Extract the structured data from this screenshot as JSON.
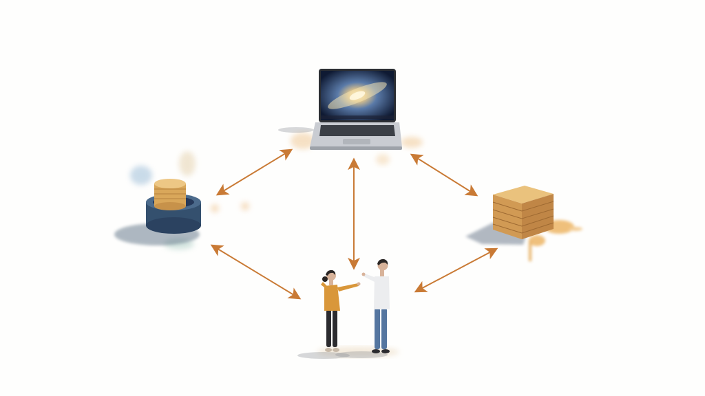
{
  "diagram": {
    "nodes": [
      {
        "id": "laptop",
        "icon": "laptop-icon"
      },
      {
        "id": "coin-stack",
        "icon": "coin-stack-icon"
      },
      {
        "id": "wooden-crate",
        "icon": "wooden-crate-icon"
      },
      {
        "id": "people",
        "icon": "two-people-talking-icon"
      }
    ],
    "edges": [
      {
        "from": "laptop",
        "to": "coin-stack",
        "direction": "both"
      },
      {
        "from": "laptop",
        "to": "people",
        "direction": "both"
      },
      {
        "from": "laptop",
        "to": "wooden-crate",
        "direction": "both"
      },
      {
        "from": "coin-stack",
        "to": "people",
        "direction": "both"
      },
      {
        "from": "wooden-crate",
        "to": "people",
        "direction": "both"
      }
    ],
    "colors": {
      "arrow": "#c97a35",
      "laptop_body": "#c9ccd2",
      "crate": "#d9a35a",
      "coin": "#e0b66c",
      "coin_base": "#34506e",
      "woman_shirt": "#d9973a",
      "man_jeans": "#5576a0",
      "background": "#fefefd"
    }
  }
}
